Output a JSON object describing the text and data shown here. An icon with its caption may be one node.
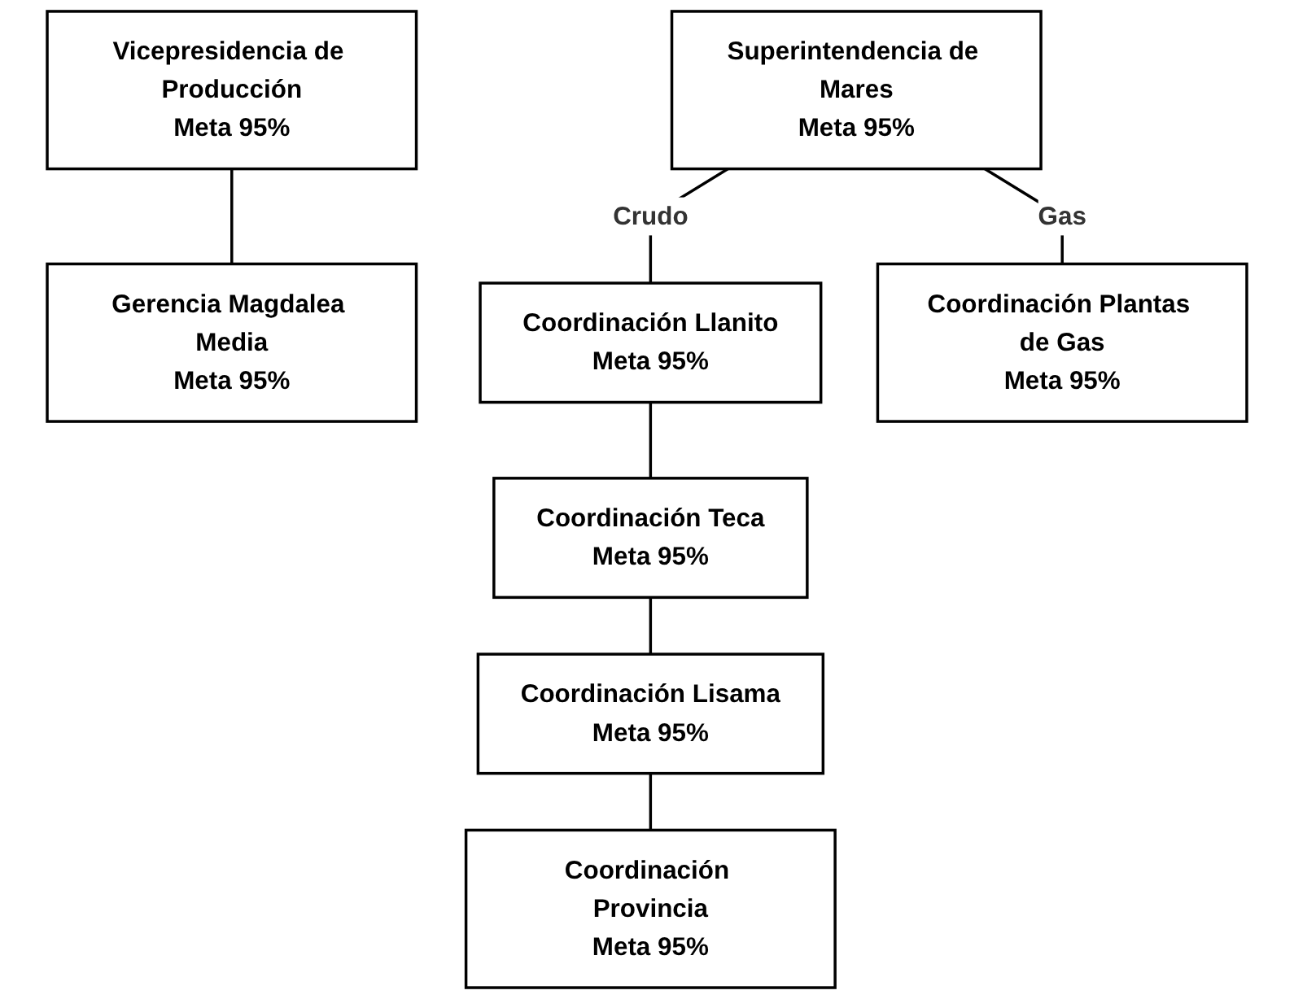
{
  "diagram": {
    "nodes": [
      {
        "text": [
          "Vicepresidencia de Producción",
          "Meta 95%"
        ]
      },
      {
        "text": [
          "Gerencia Magdalea Media",
          "Meta 95%"
        ]
      },
      {
        "text": [
          "Superintendencia de Mares",
          "Meta 95%"
        ]
      },
      {
        "text": [
          "Coordinación Llanito",
          "Meta 95%"
        ]
      },
      {
        "text": [
          "Coordinación Plantas de Gas",
          "Meta 95%"
        ]
      },
      {
        "text": [
          "Coordinación Teca",
          "Meta 95%"
        ]
      },
      {
        "text": [
          "Coordinación Lisama",
          "Meta 95%"
        ]
      },
      {
        "text": [
          "Coordinación Provincia",
          "Meta 95%"
        ]
      }
    ],
    "edges": [
      {
        "from": 0,
        "to": 1,
        "arrow": "none"
      },
      {
        "from": 2,
        "to": 3,
        "arrow": "none",
        "label": "Crudo"
      },
      {
        "from": 2,
        "to": 4,
        "arrow": "none",
        "label": "Gas"
      },
      {
        "from": 3,
        "to": 5,
        "arrow": "none"
      },
      {
        "from": 5,
        "to": 6,
        "arrow": "none"
      },
      {
        "from": 6,
        "to": 7,
        "arrow": "none"
      }
    ]
  }
}
